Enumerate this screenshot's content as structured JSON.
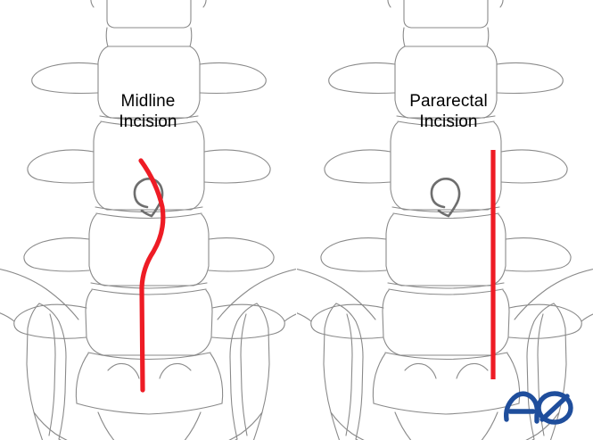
{
  "figure": {
    "title": "Surgical approaches to the lumbar spine",
    "description": "Two anterior line-art views of the lumbar spine and pelvis, each marked with a red skin incision line.",
    "background_color": "#FFFFFF",
    "line_color": "#8A8A8A",
    "incision_color": "#EE1C25",
    "landmark_color": "#666666",
    "logo_color": "#1F4E9C"
  },
  "panels": [
    {
      "id": "left",
      "label": "Midline\nIncision",
      "label_line1": "Midline",
      "label_line2": "Incision",
      "incision_name": "midline-incision",
      "incision_shape": "s-curved vertical line",
      "incision_start": [
        158,
        180
      ],
      "incision_end": [
        160,
        437
      ]
    },
    {
      "id": "right",
      "label": "Pararectal\nIncision",
      "label_line1": "Pararectal",
      "label_line2": "Incision",
      "incision_name": "pararectal-incision",
      "incision_shape": "straight vertical line",
      "incision_start": [
        553,
        168
      ],
      "incision_end": [
        553,
        425
      ]
    }
  ],
  "logo": {
    "name": "ao-logo",
    "text": "AO",
    "color": "#1F4E9C"
  }
}
